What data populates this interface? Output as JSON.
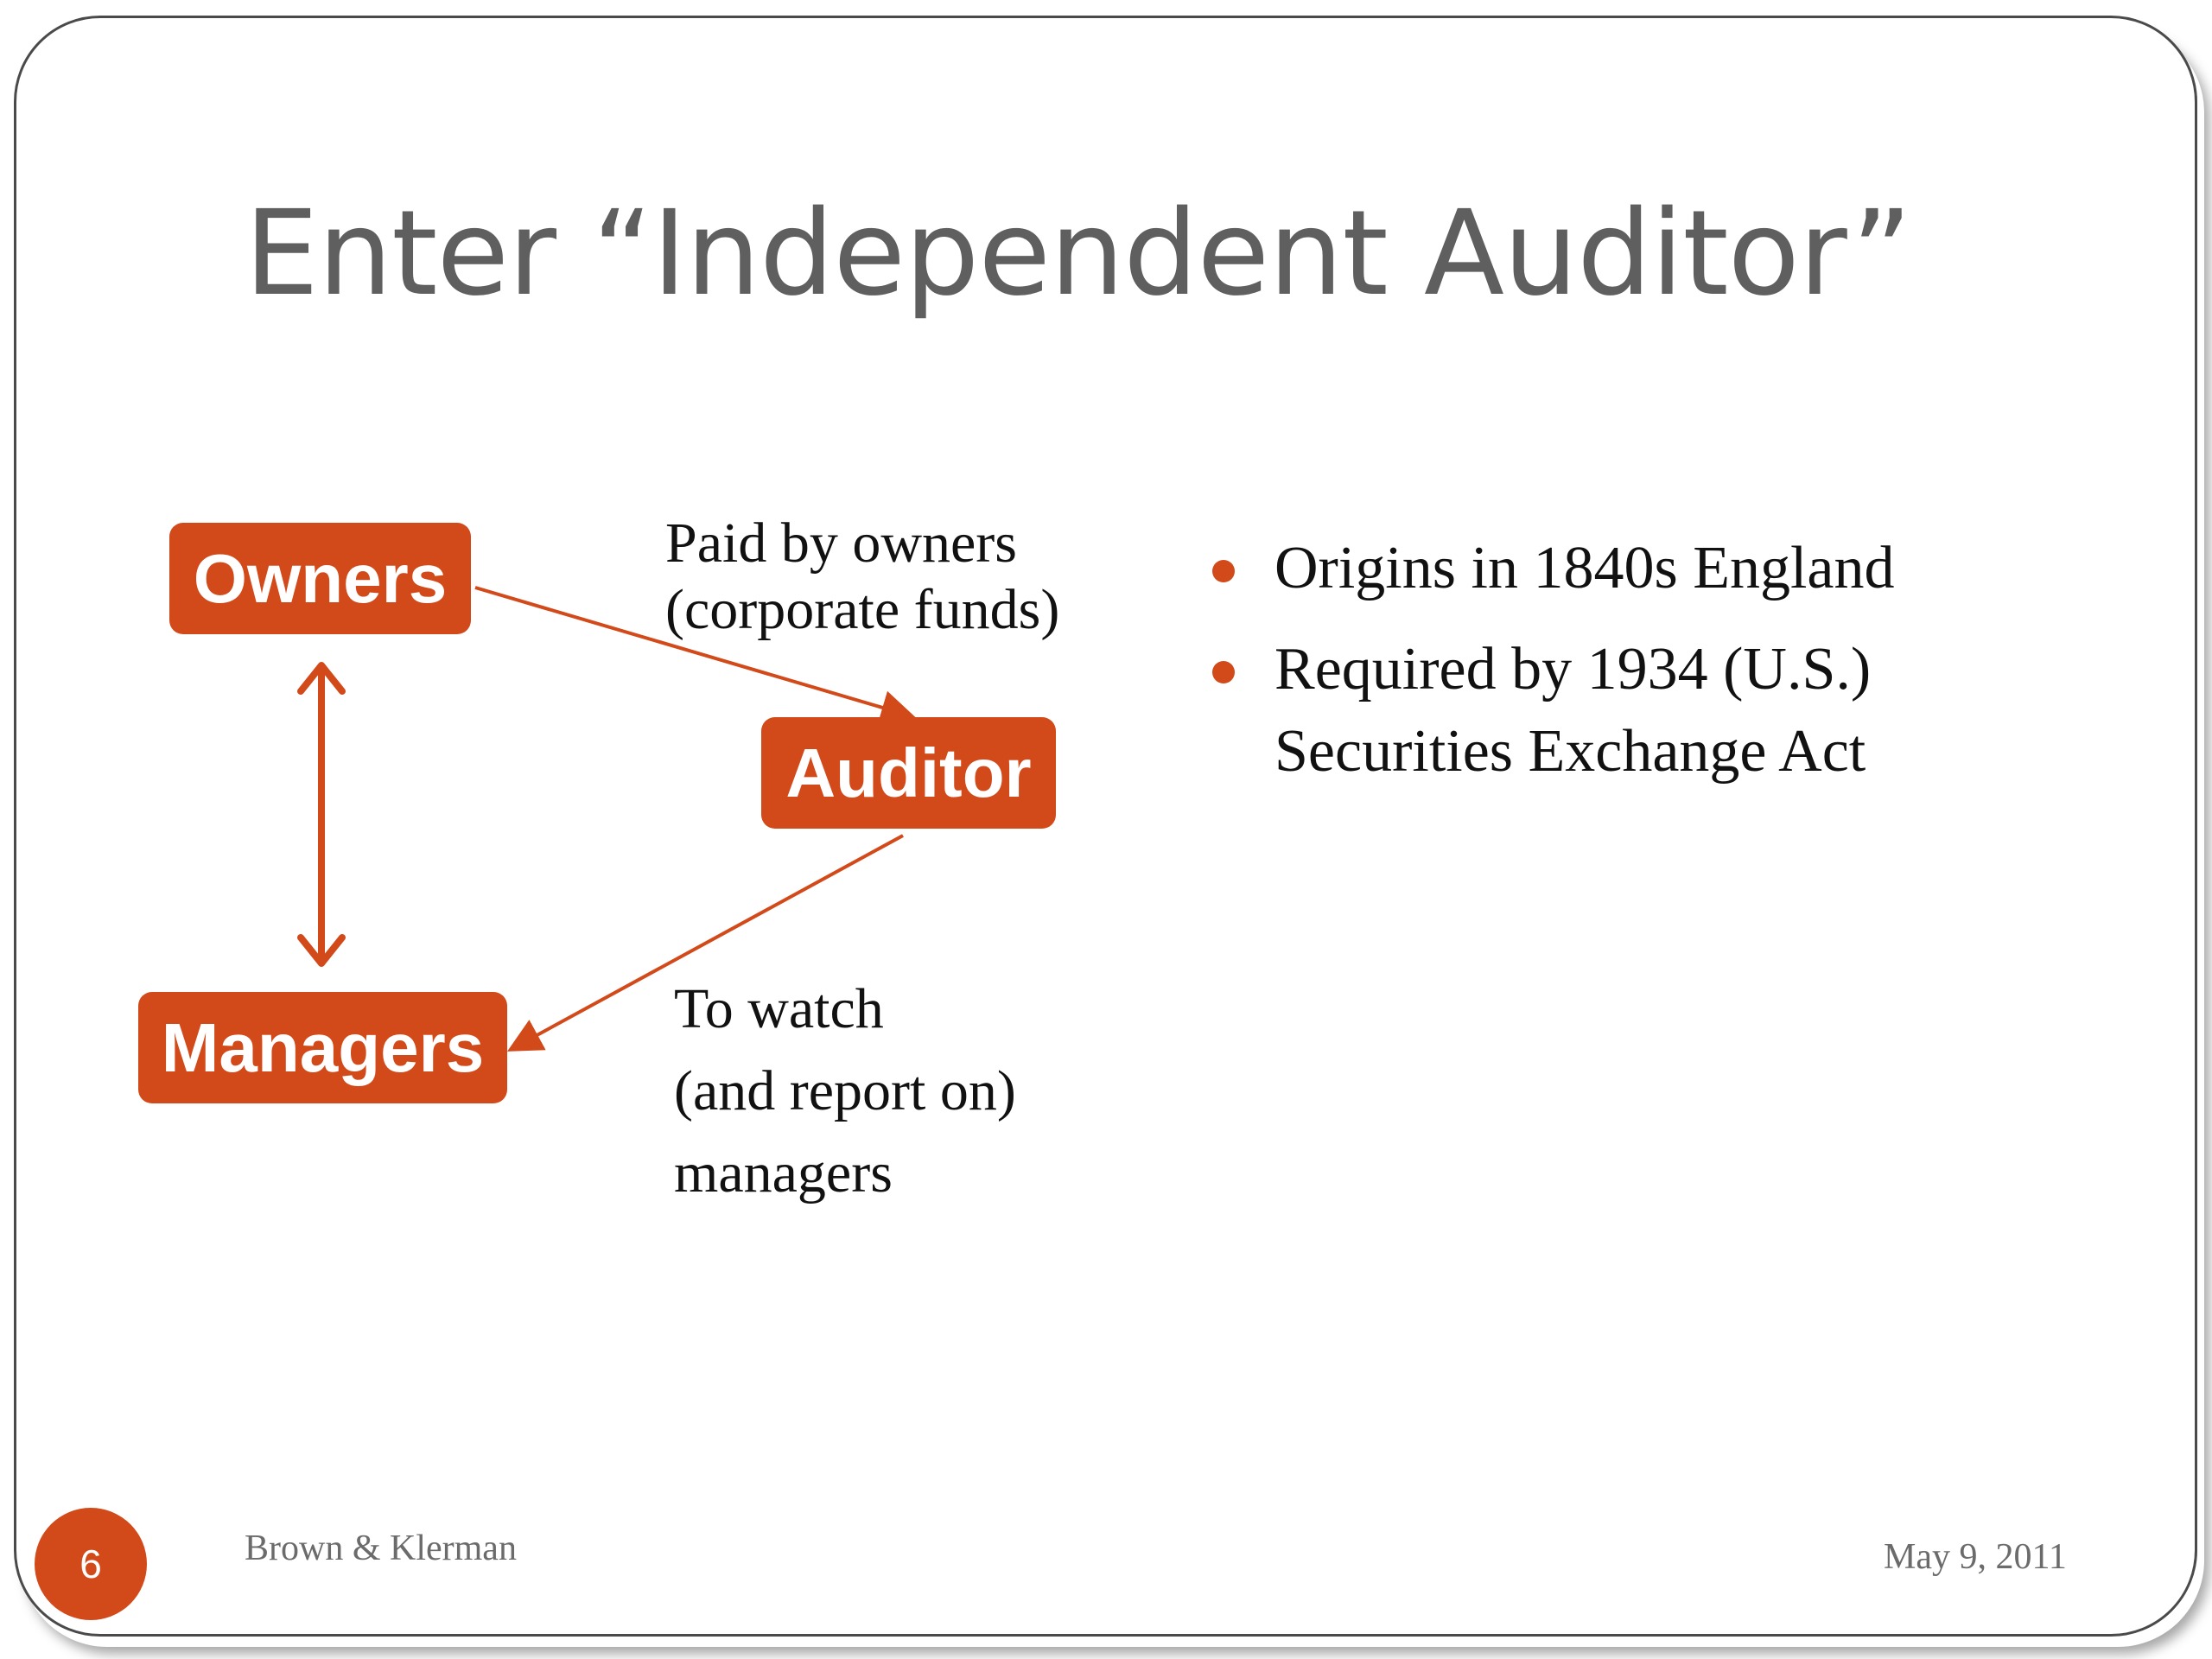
{
  "slide": {
    "title": "Enter “Independent Auditor”",
    "page_number": "6",
    "footer_left": "Brown & Klerman",
    "footer_right": "May 9, 2011",
    "accent_color": "#d34a1a"
  },
  "diagram": {
    "nodes": {
      "owners": "Owners",
      "auditor": "Auditor",
      "managers": "Managers"
    },
    "edge_labels": {
      "paid_line1": "Paid by owners",
      "paid_line2": "(corporate funds)",
      "watch_line1": "To watch",
      "watch_line2": "(and report on)",
      "watch_line3": "managers"
    }
  },
  "bullets": [
    {
      "lines": [
        "Origins in 1840s England"
      ]
    },
    {
      "lines": [
        "Required by 1934 (U.S.)",
        "Securities Exchange Act"
      ]
    }
  ]
}
